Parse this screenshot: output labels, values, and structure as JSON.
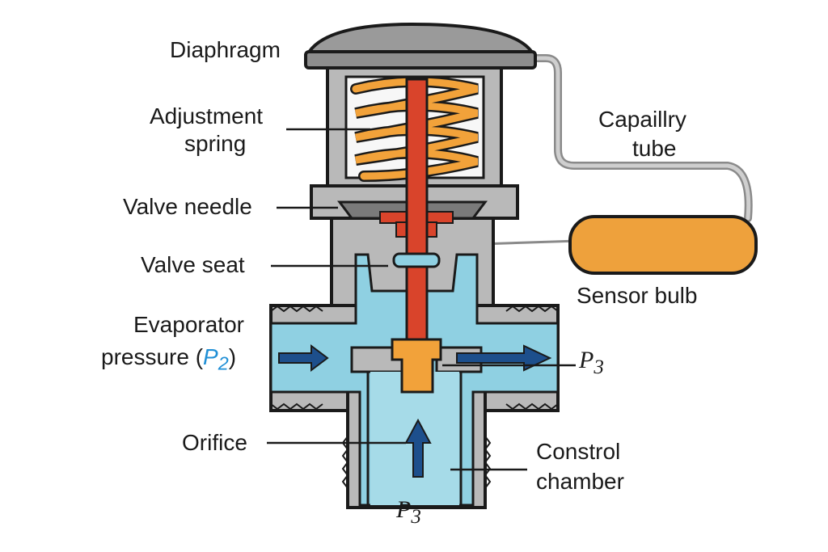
{
  "labels": {
    "diaphragm": "Diaphragm",
    "adjustment_spring_line1": "Adjustment",
    "adjustment_spring_line2": "spring",
    "valve_needle": "Valve needle",
    "valve_seat": "Valve seat",
    "evaporator_line1": "Evaporator",
    "evaporator_line2_prefix": "pressure (",
    "evaporator_symbol": "P",
    "evaporator_sub": "2",
    "evaporator_line2_suffix": ")",
    "orifice": "Orifice",
    "capillary_line1": "Capaillry",
    "capillary_line2": "tube",
    "sensor_bulb": "Sensor bulb",
    "p3_outlet_symbol": "P",
    "p3_outlet_sub": "3",
    "control_line1": "Constrol",
    "control_line2": "chamber",
    "p3_bottom_symbol": "P",
    "p3_bottom_sub": "3"
  },
  "colors": {
    "body_gray": "#b9b9b9",
    "fluid_blue": "#8fd0e2",
    "spring_orange": "#f2a23a",
    "needle_red": "#d9442b",
    "bulb_orange": "#eea13c",
    "arrow_navy": "#1d4f8c"
  }
}
